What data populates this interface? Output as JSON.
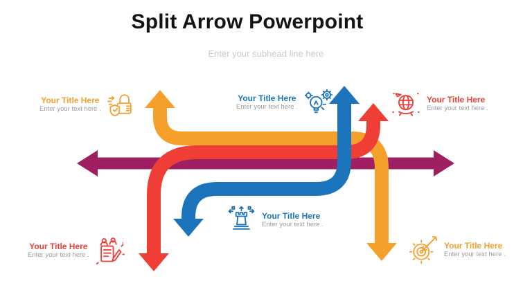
{
  "slide": {
    "title": "Split Arrow Powerpoint",
    "subhead": "Enter your subhead line here"
  },
  "labels": [
    {
      "position": "top-left",
      "title": "Your Title Here",
      "text": "Enter your text here .",
      "color": "#F5A02B",
      "icon": "security-lock-icon"
    },
    {
      "position": "top-center",
      "title": "Your Title Here",
      "text": "Enter your text here .",
      "color": "#1B74BC",
      "icon": "idea-gear-icon"
    },
    {
      "position": "top-right",
      "title": "Your Title Here",
      "text": "Enter your text here .",
      "color": "#EE3E35",
      "icon": "global-network-icon"
    },
    {
      "position": "bottom-center",
      "title": "Your Title Here",
      "text": "Enter your text here .",
      "color": "#1B74BC",
      "icon": "strategy-rook-icon"
    },
    {
      "position": "bottom-left",
      "title": "Your Title Here",
      "text": "Enter your text here .",
      "color": "#EE3E35",
      "icon": "agreement-document-icon"
    },
    {
      "position": "bottom-right",
      "title": "Your Title Here",
      "text": "Enter your text here .",
      "color": "#F5A02B",
      "icon": "target-gear-icon"
    }
  ],
  "colors": {
    "orange": "#F5A02B",
    "red": "#EE3E35",
    "blue": "#1B74BC",
    "purple": "#9E2063",
    "title_black": "#141414",
    "subhead_gray": "#C9C9CB",
    "subtitle_gray": "#9B9B9E"
  }
}
